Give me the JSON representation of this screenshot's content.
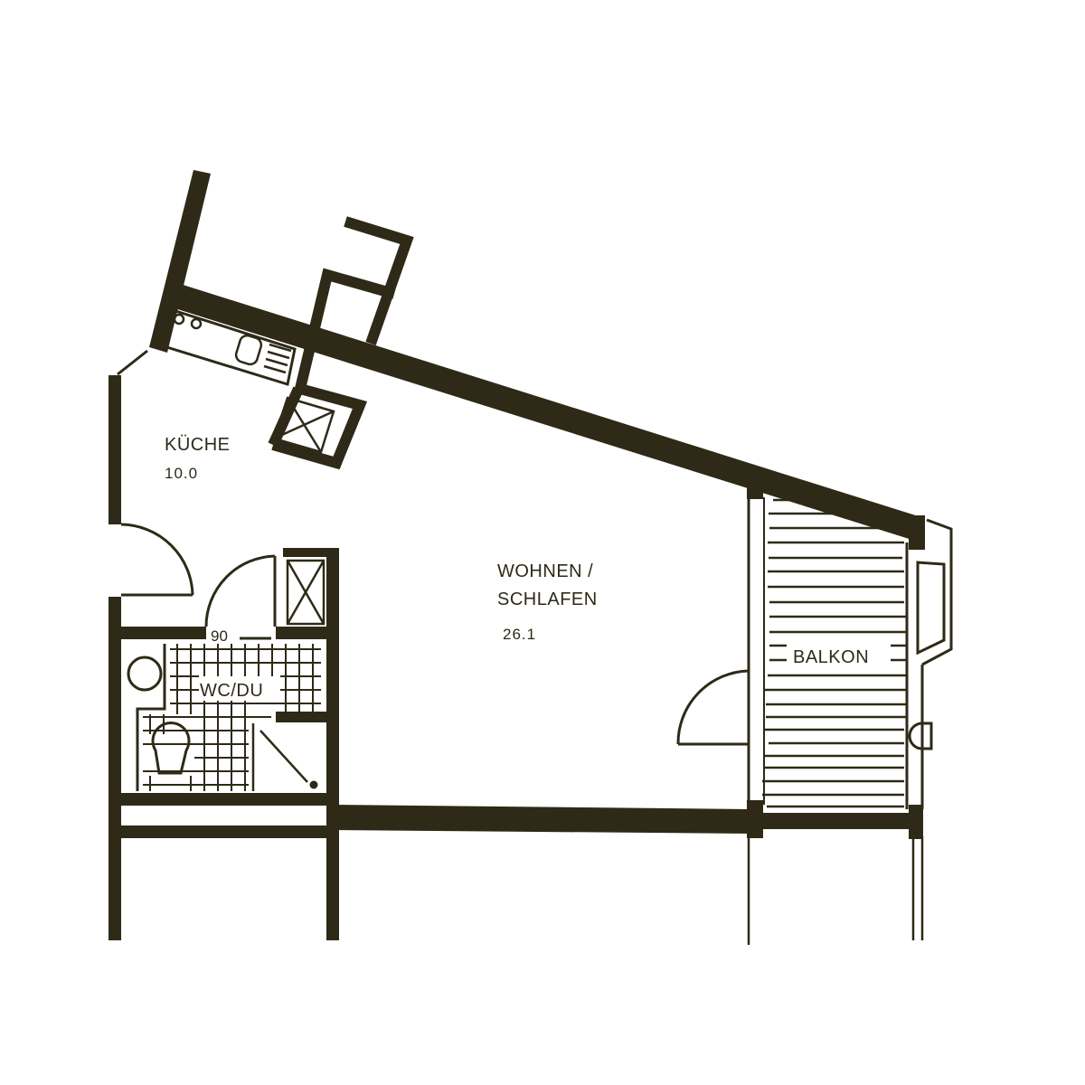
{
  "plan": {
    "colors": {
      "ink": "#2e2a17",
      "paper": "#ffffff"
    },
    "rooms": [
      {
        "name": "KÜCHE",
        "area": "10.0"
      },
      {
        "name_line1": "WOHNEN /",
        "name_line2": "SCHLAFEN",
        "area": "26.1"
      },
      {
        "name": "WC/DU"
      },
      {
        "name": "BALKON"
      }
    ],
    "dimensions": {
      "bath_door_width": "90"
    },
    "fixtures": [
      "stove-hotplates",
      "kitchen-sink",
      "kitchen-shaft",
      "bath-shaft",
      "washbasin",
      "toilet",
      "shower"
    ]
  }
}
